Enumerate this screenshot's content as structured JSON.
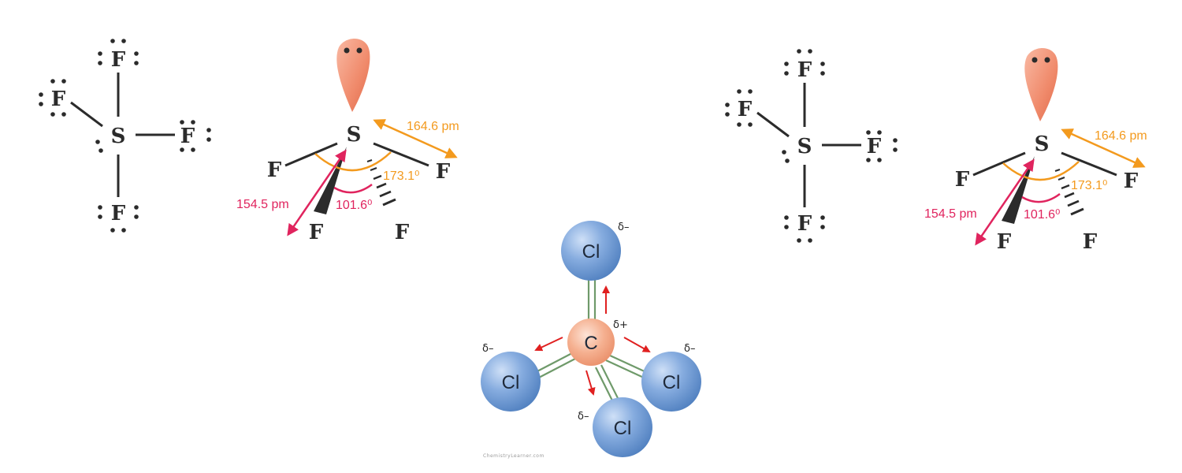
{
  "colors": {
    "orange": "#f39a1e",
    "crimson": "#e0245e",
    "bond": "#2b2b2b",
    "lone_pair_lobe": "#f08a6b",
    "chlorine": "#7ea6da",
    "carbon": "#f5b090",
    "arrow_red": "#e02020",
    "double_bond": "#6f9a6a"
  },
  "lewis": {
    "central": "S",
    "ligand": "F"
  },
  "geometry": {
    "central": "S",
    "ligand": "F",
    "axial_bond_length": "164.6 pm",
    "equatorial_bond_length": "154.5 pm",
    "axial_angle": "173.1⁰",
    "equatorial_angle": "101.6⁰"
  },
  "ccl4": {
    "carbon": "C",
    "chlorine": "Cl",
    "partial_positive": "δ+",
    "partial_negative": "δ–",
    "credit": "ChemistryLearner.com"
  }
}
